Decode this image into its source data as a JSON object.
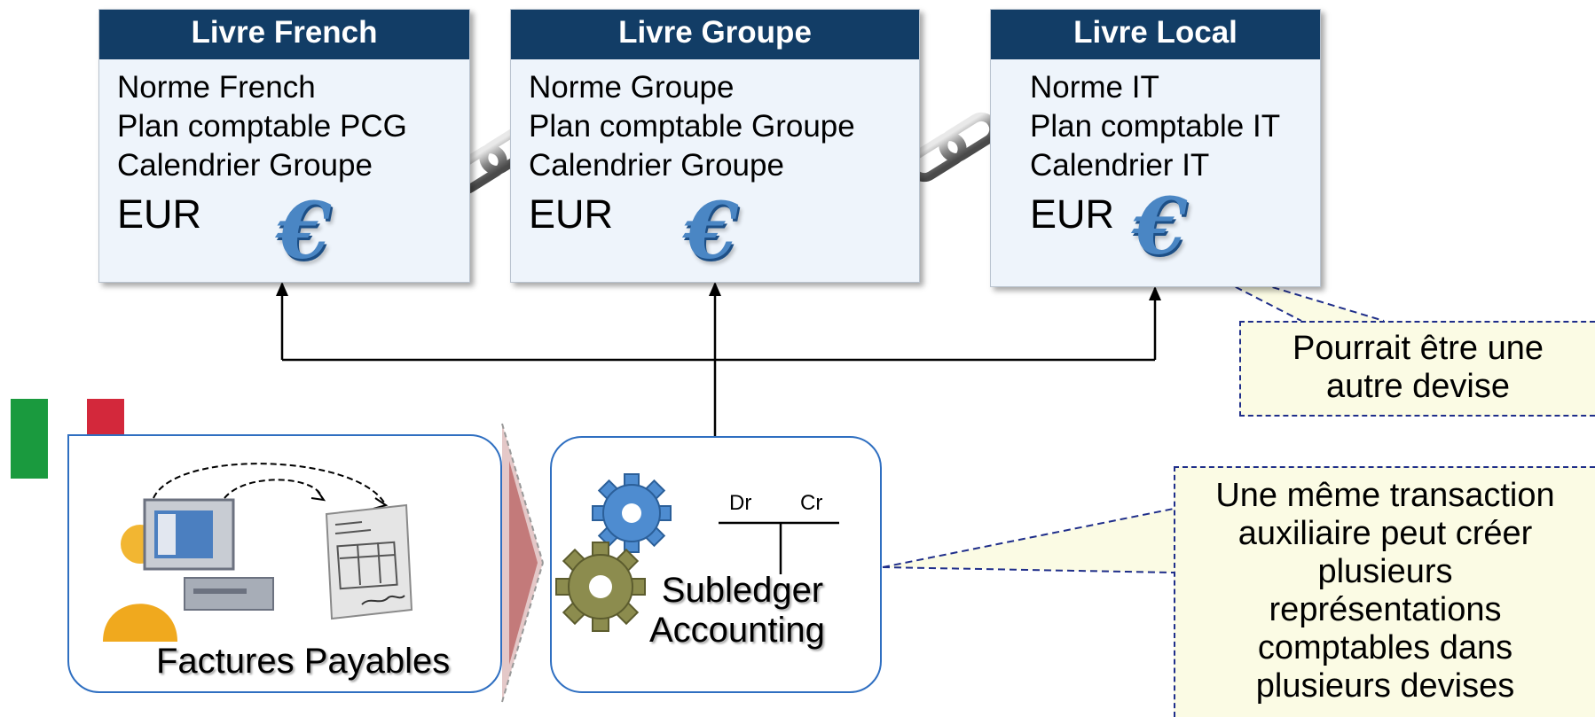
{
  "books": [
    {
      "header": "Livre French",
      "lines": [
        "Norme French",
        "Plan comptable PCG",
        "Calendrier Groupe"
      ],
      "currency": "EUR",
      "currency_icon": "euro-icon"
    },
    {
      "header": "Livre Groupe",
      "lines": [
        "Norme Groupe",
        "Plan comptable Groupe",
        "Calendrier Groupe"
      ],
      "currency": "EUR",
      "currency_icon": "euro-icon"
    },
    {
      "header": "Livre Local",
      "lines": [
        "Norme IT",
        "Plan comptable IT",
        "Calendrier IT"
      ],
      "currency": "EUR",
      "currency_icon": "euro-icon"
    }
  ],
  "callouts": {
    "currency_note": "Pourrait être une autre devise",
    "transaction_note": "Une même transaction auxiliaire peut créer plusieurs représentations comptables dans plusieurs devises"
  },
  "source": {
    "label": "Factures Payables",
    "flag": "italy-flag-icon"
  },
  "subledger": {
    "label_line1": "Subledger",
    "label_line2": "Accounting",
    "debit": "Dr",
    "credit": "Cr"
  },
  "colors": {
    "header_bg": "#123d66",
    "book_bg": "#eef4fb",
    "callout_bg": "#fbfbe4",
    "callout_border": "#1f2e8a",
    "panel_border": "#2f6fc1",
    "flag_green": "#1a9a3e",
    "flag_red": "#d3283b"
  }
}
